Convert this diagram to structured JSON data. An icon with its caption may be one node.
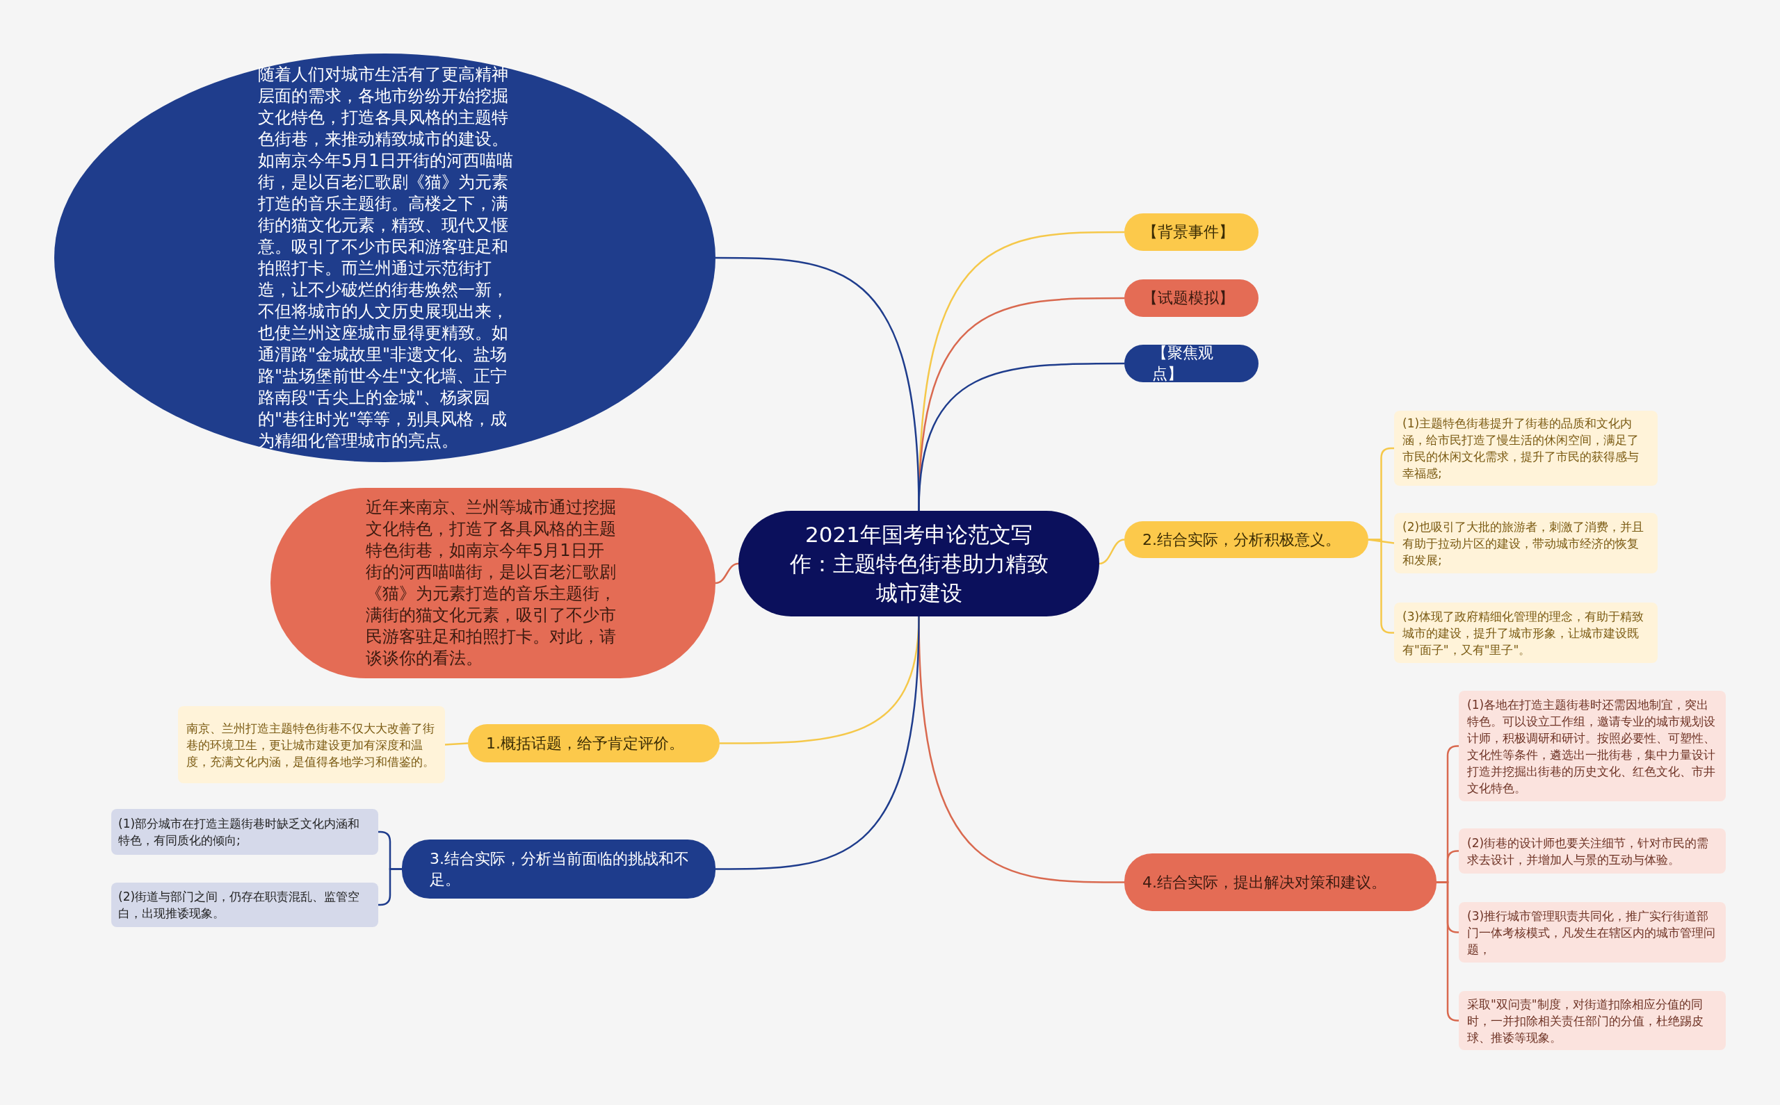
{
  "diagram": {
    "nodes": [
      {
        "text": [
          "2021年国考申论范文写作：主题特色街巷助力精致城市建设"
        ]
      },
      {
        "text": [
          "【背景事件】"
        ]
      },
      {
        "text": [
          "【试题模拟】"
        ]
      },
      {
        "text": [
          "【聚焦观点】"
        ]
      },
      {
        "text": [
          "2.结合实际，分析积极意义。"
        ]
      },
      {
        "text": [
          "(1)主题特色街巷提升了街巷的品质和文化内涵，给市民打造了慢生活的休闲空间，满足了市民的休闲文化需求，提升了市民的获得感与幸福感;"
        ]
      },
      {
        "text": [
          "(2)也吸引了大批的旅游者，刺激了消费，并且有助于拉动片区的建设，带动城市经济的恢复和发展;"
        ]
      },
      {
        "text": [
          "(3)体现了政府精细化管理的理念，有助于精致城市的建设，提升了城市形象，让城市建设既有\"面子\"，又有\"里子\"。"
        ]
      },
      {
        "text": [
          "4.结合实际，提出解决对策和建议。"
        ]
      },
      {
        "text": [
          "(1)各地在打造主题街巷时还需因地制宜，突出特色。可以设立工作组，邀请专业的城市规划设计师，积极调研和研讨。按照必要性、可塑性、文化性等条件，遴选出一批街巷，集中力量设计打造并挖掘出街巷的历史文化、红色文化、市井文化特色。"
        ]
      },
      {
        "text": [
          "(2)街巷的设计师也要关注细节，针对市民的需求去设计，并增加人与景的互动与体验。"
        ]
      },
      {
        "text": [
          "(3)推行城市管理职责共同化，推广实行街道部门一体考核模式，凡发生在辖区内的城市管理问题，"
        ]
      },
      {
        "text": [
          "采取\"双问责\"制度，对街道扣除相应分值的同时，一并扣除相关责任部门的分值，杜绝踢皮球、推诿等现象。"
        ]
      },
      {
        "text": [
          "随着人们对城市生活有了更高精神层面的需求，各地市纷纷开始挖掘文化特色，打造各具风格的主题特色街巷，来推动精致城市的建设。如南京今年5月1日开街的河西喵喵街，是以百老汇歌剧《猫》为元素打造的音乐主题街。高楼之下，满街的猫文化元素，精致、现代又惬意。吸引了不少市民和游客驻足和拍照打卡。而兰州通过示范街打造，让不少破烂的街巷焕然一新，不但将城市的人文历史展现出来，也使兰州这座城市显得更精致。如通渭路\"金城故里\"非遗文化、盐场路\"盐场堡前世今生\"文化墙、正宁路南段\"舌尖上的金城\"、杨家园的\"巷往时光\"等等，别具风格，成为精细化管理城市的亮点。"
        ]
      },
      {
        "text": [
          "近年来南京、兰州等城市通过挖掘文化特色，打造了各具风格的主题特色街巷，如南京今年5月1日开街的河西喵喵街，是以百老汇歌剧《猫》为元素打造的音乐主题街，满街的猫文化元素，吸引了不少市民游客驻足和拍照打卡。对此，请谈谈你的看法。"
        ]
      },
      {
        "text": [
          "1.概括话题，给予肯定评价。"
        ]
      },
      {
        "text": [
          "南京、兰州打造主题特色街巷不仅大大改善了街巷的环境卫生，更让城市建设更加有深度和温度，充满文化内涵，是值得各地学习和借鉴的。"
        ]
      },
      {
        "text": [
          "3.结合实际，分析当前面临的挑战和不足。"
        ]
      },
      {
        "text": [
          "(1)部分城市在打造主题街巷时缺乏文化内涵和特色，有同质化的倾向;"
        ]
      },
      {
        "text": [
          "(2)街道与部门之间，仍存在职责混乱、监管空白，出现推诿现象。"
        ]
      }
    ],
    "edges": [
      {
        "from": 0,
        "to": 1,
        "arrow": "none",
        "color": "#f5c84a"
      },
      {
        "from": 0,
        "to": 2,
        "arrow": "none",
        "color": "#d9694f"
      },
      {
        "from": 0,
        "to": 3,
        "arrow": "none",
        "color": "#1e3c8c"
      },
      {
        "from": 0,
        "to": 4,
        "arrow": "none",
        "color": "#f5c84a"
      },
      {
        "from": 4,
        "to": 5,
        "arrow": "none",
        "color": "#f5c84a"
      },
      {
        "from": 4,
        "to": 6,
        "arrow": "none",
        "color": "#f5c84a"
      },
      {
        "from": 4,
        "to": 7,
        "arrow": "none",
        "color": "#f5c84a"
      },
      {
        "from": 0,
        "to": 8,
        "arrow": "none",
        "color": "#d9694f"
      },
      {
        "from": 8,
        "to": 9,
        "arrow": "none",
        "color": "#d9694f"
      },
      {
        "from": 8,
        "to": 10,
        "arrow": "none",
        "color": "#d9694f"
      },
      {
        "from": 8,
        "to": 11,
        "arrow": "none",
        "color": "#d9694f"
      },
      {
        "from": 8,
        "to": 12,
        "arrow": "none",
        "color": "#d9694f"
      },
      {
        "from": 0,
        "to": 13,
        "arrow": "none",
        "color": "#1e3c8c"
      },
      {
        "from": 0,
        "to": 14,
        "arrow": "none",
        "color": "#d9694f"
      },
      {
        "from": 0,
        "to": 15,
        "arrow": "none",
        "color": "#f5c84a"
      },
      {
        "from": 15,
        "to": 16,
        "arrow": "none",
        "color": "#f5c84a"
      },
      {
        "from": 0,
        "to": 17,
        "arrow": "none",
        "color": "#1e3c8c"
      },
      {
        "from": 17,
        "to": 18,
        "arrow": "none",
        "color": "#1e3c8c"
      },
      {
        "from": 17,
        "to": 19,
        "arrow": "none",
        "color": "#1e3c8c"
      }
    ]
  }
}
